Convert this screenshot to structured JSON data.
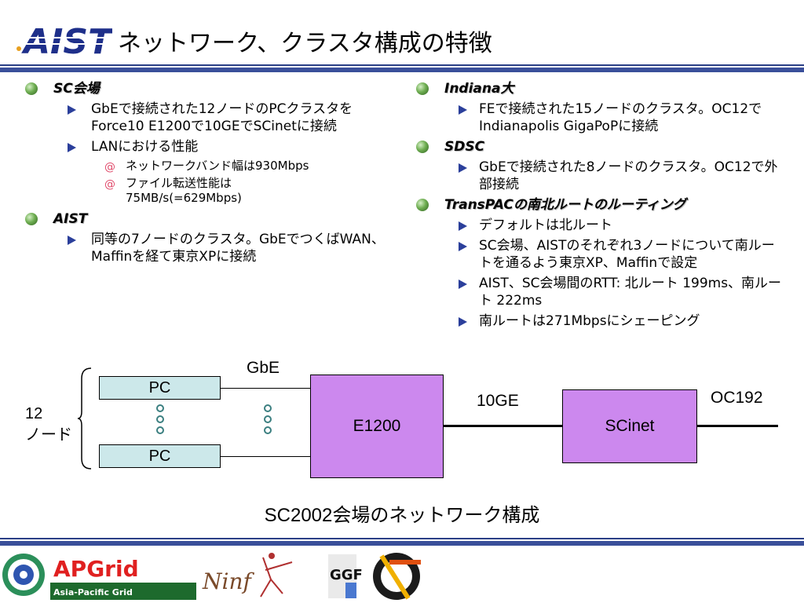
{
  "header": {
    "logo_text": "AIST",
    "title": "ネットワーク、クラスタ構成の特徴"
  },
  "left": {
    "sc": {
      "heading": "SC会場",
      "items": [
        "GbEで接続された12ノードのPCクラスタをForce10 E1200で10GEでSCinetに接続",
        "LANにおける性能"
      ],
      "subitems": [
        "ネットワークバンド幅は930Mbps",
        "ファイル転送性能は75MB/s(=629Mbps)"
      ]
    },
    "aist": {
      "heading": "AIST",
      "items": [
        "同等の7ノードのクラスタ。GbEでつくばWAN、Maffinを経て東京XPに接続"
      ]
    }
  },
  "right": {
    "indiana": {
      "heading": "Indiana大",
      "items": [
        "FEで接続された15ノードのクラスタ。OC12でIndianapolis GigaPoPに接続"
      ]
    },
    "sdsc": {
      "heading": "SDSC",
      "items": [
        "GbEで接続された8ノードのクラスタ。OC12で外部接続"
      ]
    },
    "transpac": {
      "heading": "TransPACの南北ルートのルーティング",
      "items": [
        "デフォルトは北ルート",
        "SC会場、AISTのそれぞれ3ノードについて南ルートを通るよう東京XP、Maffinで設定",
        "AIST、SC会場間のRTT: 北ルート 199ms、南ルート 222ms",
        "南ルートは271Mbpsにシェーピング"
      ]
    }
  },
  "diagram": {
    "nodes_count": "12",
    "nodes_unit": "ノード",
    "pc_label": "PC",
    "gbe_label": "GbE",
    "e1200_label": "E1200",
    "link_label": "10GE",
    "scinet_label": "SCinet",
    "uplink_label": "OC192",
    "caption": "SC2002会場のネットワーク構成"
  },
  "footer": {
    "apgrid_text": "APGrid",
    "apgrid_subtitle": "Asia-Pacific Grid",
    "ninf_text": "Ninf",
    "ggf_text": "GGF"
  },
  "colors": {
    "rule": "#2a3f86",
    "box_purple": "#cc88ee",
    "pc_fill": "#cce8ea",
    "bullet_arrow": "#2b3f9b"
  }
}
